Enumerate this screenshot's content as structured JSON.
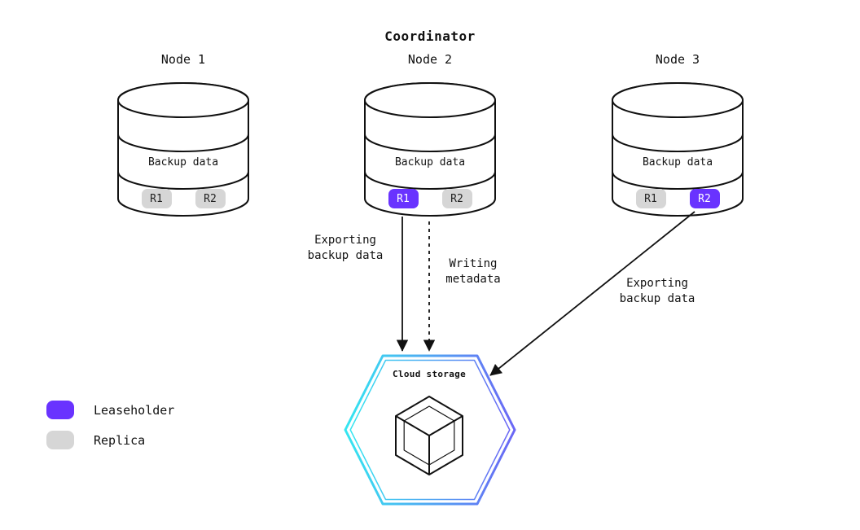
{
  "title": "Coordinator",
  "nodes": [
    {
      "label": "Node 1",
      "body": "Backup data",
      "replicas": [
        {
          "label": "R1",
          "type": "replica"
        },
        {
          "label": "R2",
          "type": "replica"
        }
      ]
    },
    {
      "label": "Node 2",
      "body": "Backup data",
      "replicas": [
        {
          "label": "R1",
          "type": "leaseholder"
        },
        {
          "label": "R2",
          "type": "replica"
        }
      ]
    },
    {
      "label": "Node 3",
      "body": "Backup data",
      "replicas": [
        {
          "label": "R1",
          "type": "replica"
        },
        {
          "label": "R2",
          "type": "leaseholder"
        }
      ]
    }
  ],
  "arrows": [
    {
      "label": "Exporting\nbackup data",
      "style": "solid",
      "from": "Node 2 R1",
      "to": "Cloud storage"
    },
    {
      "label": "Writing\nmetadata",
      "style": "dashed",
      "from": "Node 2",
      "to": "Cloud storage"
    },
    {
      "label": "Exporting\nbackup data",
      "style": "solid",
      "from": "Node 3 R2",
      "to": "Cloud storage"
    }
  ],
  "cloud": {
    "label": "Cloud storage",
    "icon": "cube-icon"
  },
  "legend": [
    {
      "label": "Leaseholder",
      "type": "leaseholder"
    },
    {
      "label": "Replica",
      "type": "replica"
    }
  ],
  "colors": {
    "leaseholder": "#6933ff",
    "replica": "#d6d6d6",
    "hex_gradient_start": "#35e6f0",
    "hex_gradient_end": "#6b66f5",
    "ink": "#111111"
  }
}
